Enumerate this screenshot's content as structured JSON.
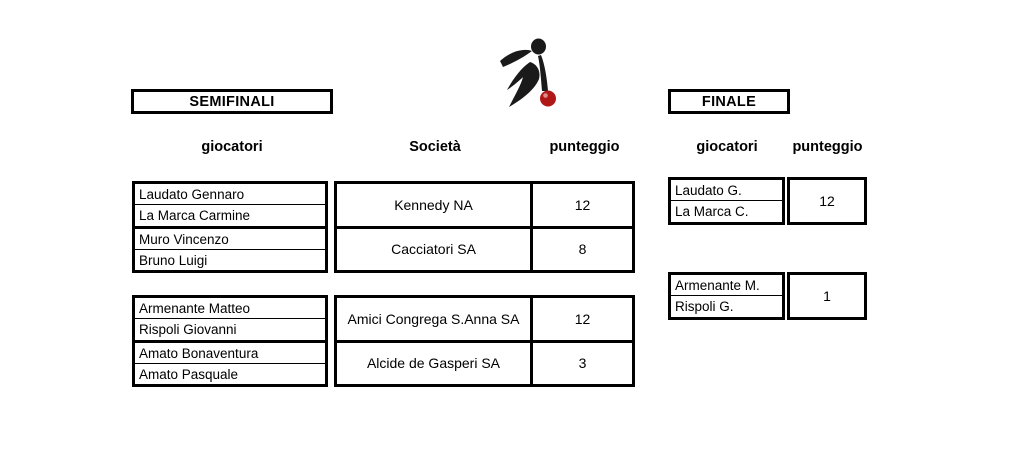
{
  "logo": {
    "name": "bocce-player-logo",
    "figure_color": "#1a1a1a",
    "ball_color": "#b01818"
  },
  "semifinals": {
    "title": "SEMIFINALI",
    "headers": {
      "players": "giocatori",
      "club": "Società",
      "score": "punteggio"
    },
    "blocks": [
      {
        "matches": [
          {
            "players": [
              "Laudato Gennaro",
              "La Marca Carmine"
            ],
            "club": "Kennedy NA",
            "score": "12"
          },
          {
            "players": [
              "Muro Vincenzo",
              "Bruno Luigi"
            ],
            "club": "Cacciatori SA",
            "score": "8"
          }
        ]
      },
      {
        "matches": [
          {
            "players": [
              "Armenante Matteo",
              "Rispoli Giovanni"
            ],
            "club": "Amici Congrega S.Anna SA",
            "score": "12"
          },
          {
            "players": [
              "Amato Bonaventura",
              "Amato Pasquale"
            ],
            "club": "Alcide de Gasperi SA",
            "score": "3"
          }
        ]
      }
    ]
  },
  "final": {
    "title": "FINALE",
    "headers": {
      "players": "giocatori",
      "score": "punteggio"
    },
    "teams": [
      {
        "players": [
          "Laudato G.",
          "La Marca C."
        ],
        "score": "12"
      },
      {
        "players": [
          "Armenante M.",
          "Rispoli G."
        ],
        "score": "1"
      }
    ]
  }
}
